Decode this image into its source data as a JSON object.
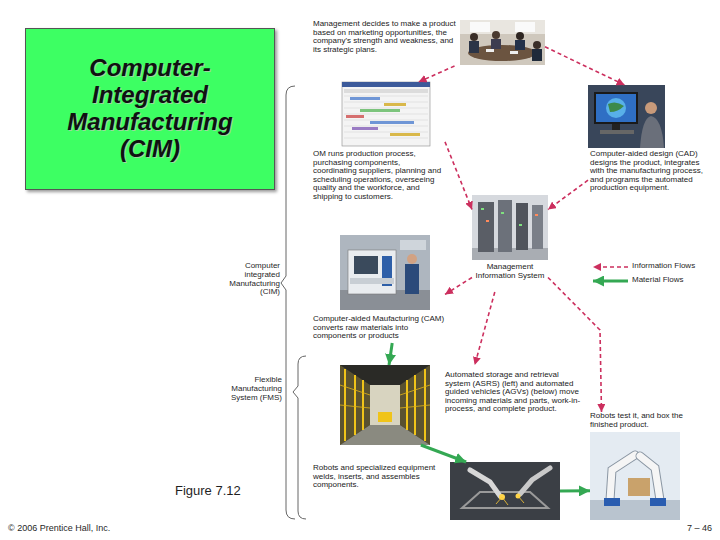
{
  "diagram": {
    "title": "Computer-Integrated Manufacturing (CIM)",
    "nodes": [
      {
        "text": [
          "Management decides to make a product based on marketing opportunities, the company's strength and weakness, and its strategic plans."
        ]
      },
      {
        "text": [
          "OM runs production process, purchasing components, coordinating suppliers, planning and scheduling operations, overseeing quality and the workforce, and shipping to customers."
        ]
      },
      {
        "text": [
          "Computer-aided design (CAD) designs the product, integrates with the manufacturing process, and programs the automated production equipment."
        ]
      },
      {
        "text": [
          "Management Information System"
        ]
      },
      {
        "text": [
          "Computer-aided Maufacturing (CAM) converts raw materials into components or products"
        ]
      },
      {
        "text": [
          "Automated storage and retrieval system (ASRS) (left) and automated guided vehicles (AGVs) (below) move incoming materials and parts, work-in-process, and complete product."
        ]
      },
      {
        "text": [
          "Robots test it, and box the finished product."
        ]
      },
      {
        "text": [
          "Robots and specialized equipment welds, inserts, and assembles components."
        ]
      }
    ],
    "edges": [
      {
        "from": 0,
        "to": 1,
        "arrow": "to"
      },
      {
        "from": 0,
        "to": 2,
        "arrow": "to"
      },
      {
        "from": 1,
        "to": 3,
        "arrow": "to"
      },
      {
        "from": 2,
        "to": 3,
        "arrow": "to"
      },
      {
        "from": 3,
        "to": 4,
        "arrow": "to"
      },
      {
        "from": 3,
        "to": 5,
        "arrow": "to"
      },
      {
        "from": 3,
        "to": 6,
        "arrow": "to"
      },
      {
        "from": 4,
        "to": 5,
        "arrow": "to"
      },
      {
        "from": 5,
        "to": 7,
        "arrow": "to"
      },
      {
        "from": 7,
        "to": 6,
        "arrow": "to"
      }
    ],
    "labels": [
      "Computer integrated Manufacturing (CIM)",
      "Flexible Manufacturing System (FMS)",
      "Figure 7.12",
      "© 2006 Prentice Hall, Inc.",
      "7 – 46"
    ],
    "legend": [
      {
        "text": "Information Flows"
      },
      {
        "text": "Material Flows"
      }
    ]
  }
}
